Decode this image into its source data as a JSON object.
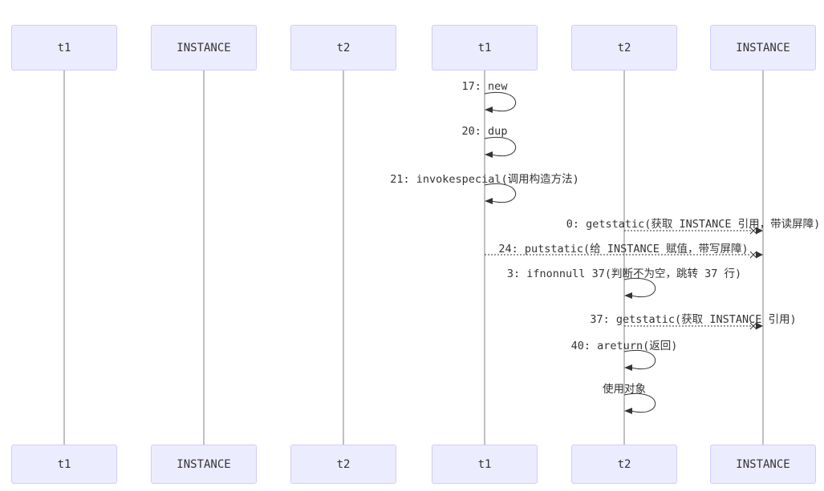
{
  "diagram": {
    "type": "sequence-diagram",
    "colors": {
      "actor_fill": "#ECECFF",
      "actor_border": "#CCCCFF",
      "lifeline": "#808080",
      "arrow": "#333333",
      "text": "#333333",
      "background": "#ffffff"
    },
    "actors": [
      {
        "label": "t1"
      },
      {
        "label": "INSTANCE"
      },
      {
        "label": "t2"
      },
      {
        "label": "t1"
      },
      {
        "label": "t2"
      },
      {
        "label": "INSTANCE"
      }
    ],
    "messages": [
      {
        "label": "17: new",
        "kind": "self",
        "actor": "t1"
      },
      {
        "label": "20: dup",
        "kind": "self",
        "actor": "t1"
      },
      {
        "label": "21: invokespecial(调用构造方法)",
        "kind": "self",
        "actor": "t1"
      },
      {
        "label": "0: getstatic(获取 INSTANCE 引用，带读屏障)",
        "kind": "dashed-cross",
        "from": "t2",
        "to": "INSTANCE"
      },
      {
        "label": "24: putstatic(给 INSTANCE 赋值，带写屏障)",
        "kind": "dashed-cross",
        "from": "t1",
        "to": "INSTANCE"
      },
      {
        "label": "3: ifnonnull 37(判断不为空，跳转 37 行)",
        "kind": "self",
        "actor": "t2"
      },
      {
        "label": "37: getstatic(获取 INSTANCE 引用)",
        "kind": "dashed-cross",
        "from": "t2",
        "to": "INSTANCE"
      },
      {
        "label": "40: areturn(返回)",
        "kind": "self",
        "actor": "t2"
      },
      {
        "label": "使用对象",
        "kind": "self",
        "actor": "t2"
      }
    ]
  }
}
